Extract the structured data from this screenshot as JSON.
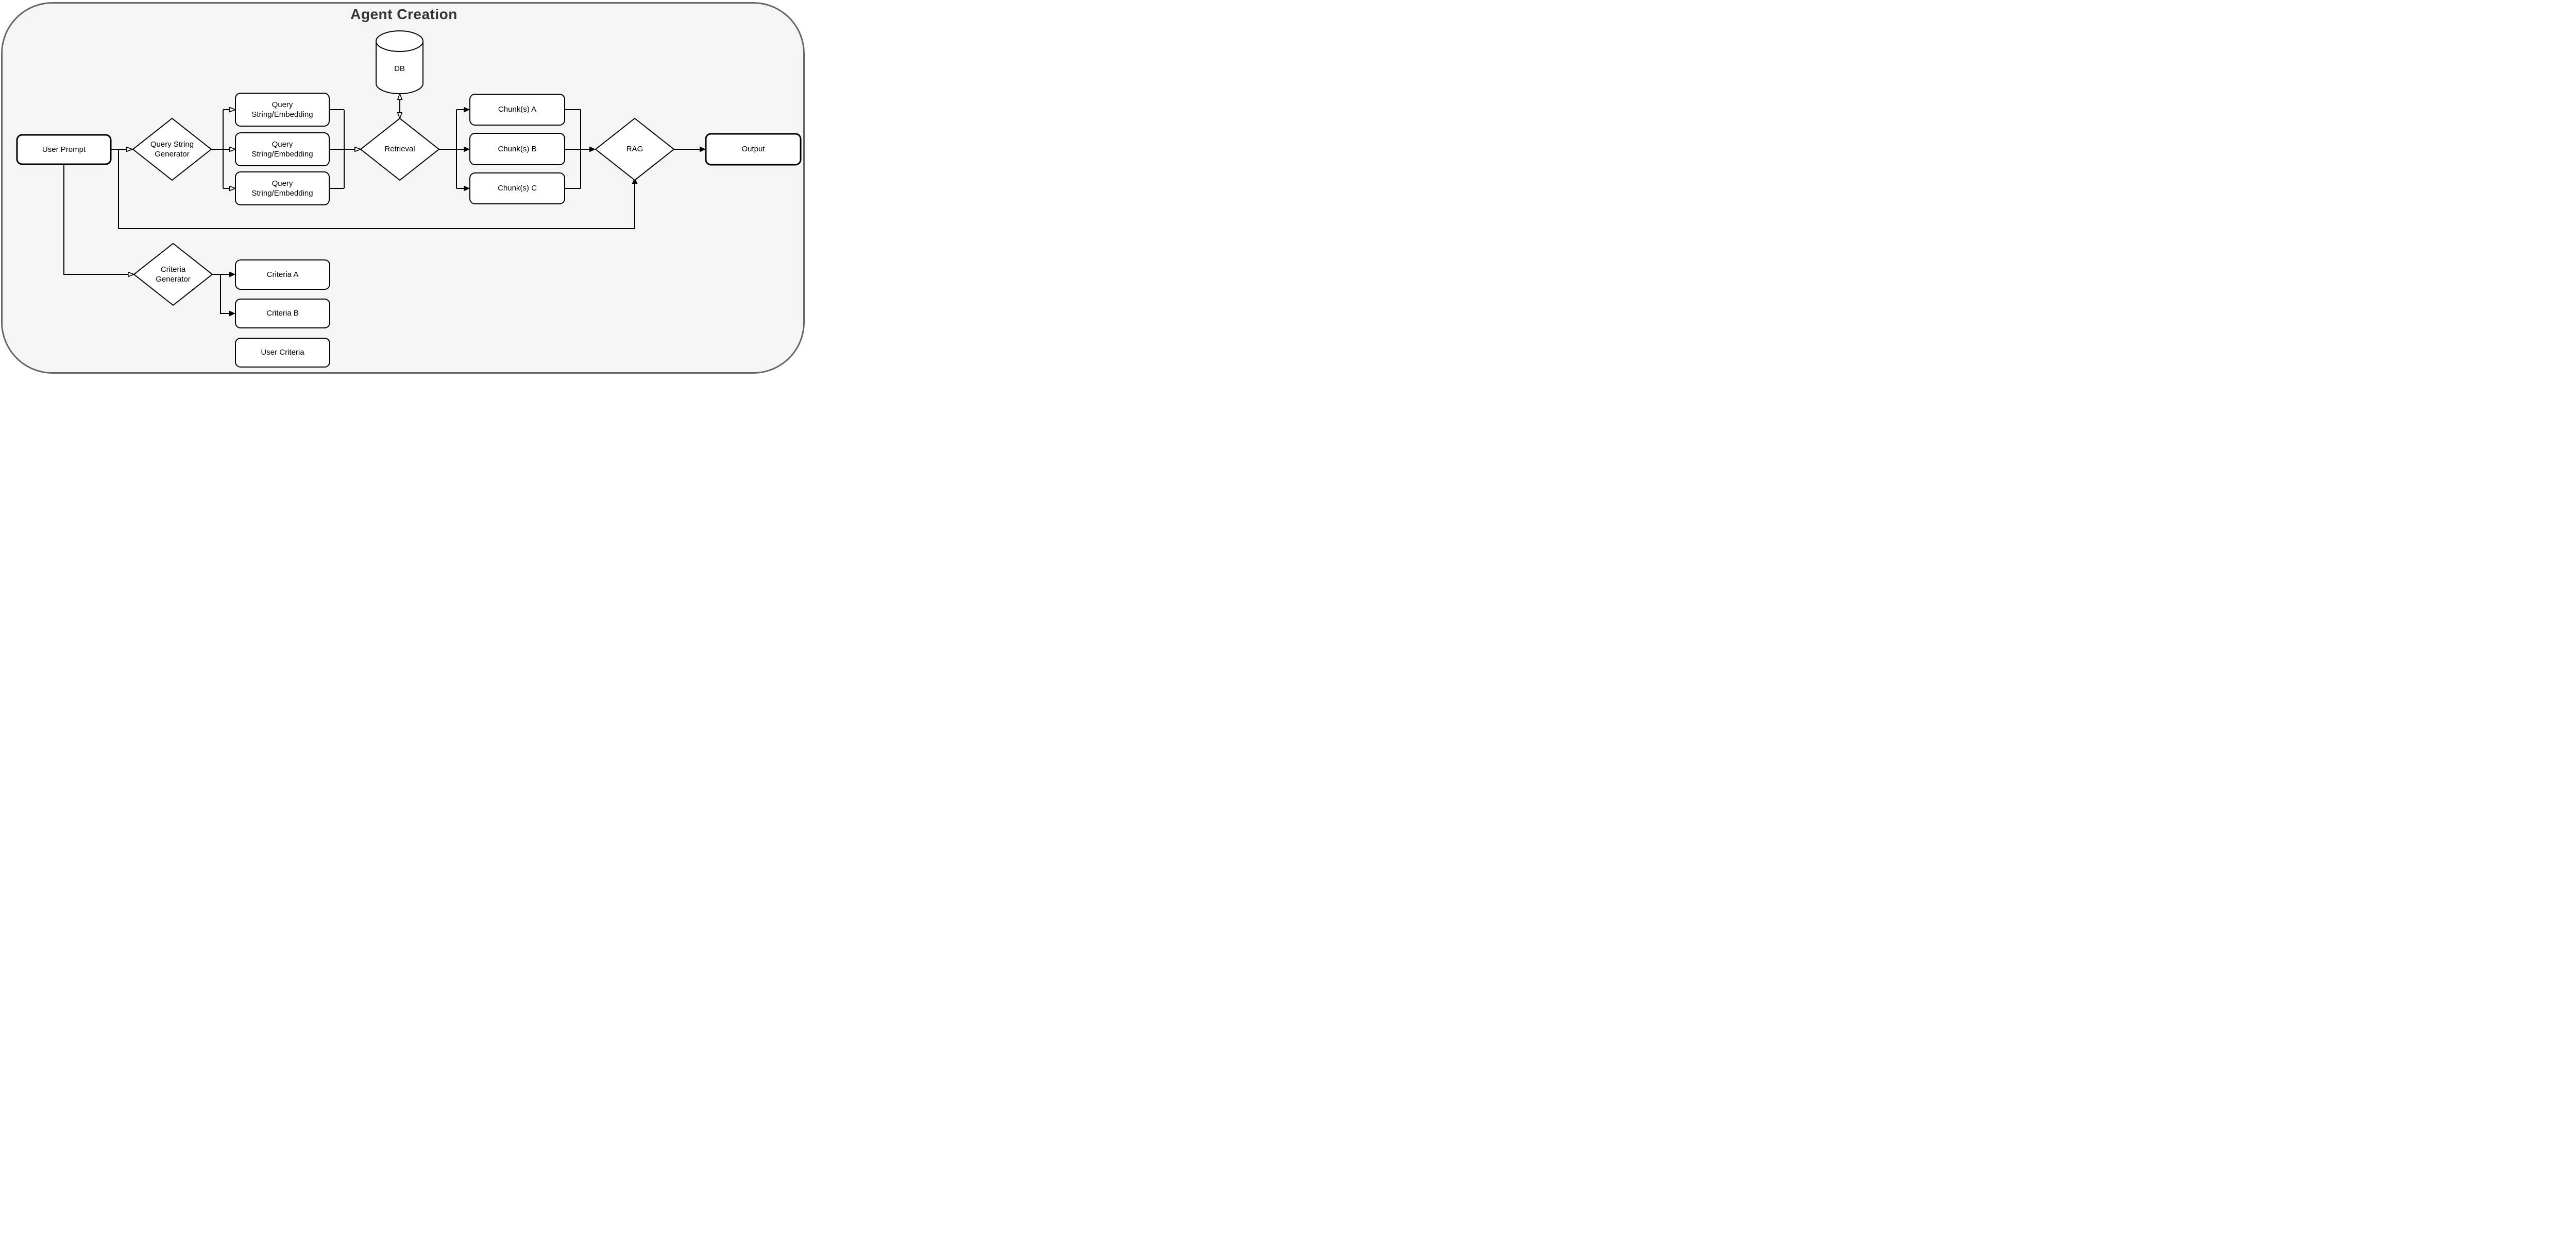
{
  "diagram": {
    "title": "Agent Creation",
    "nodes": {
      "user_prompt": {
        "label": "User Prompt",
        "shape": "rounded-rect"
      },
      "query_string_generator": {
        "label": "Query String Generator",
        "label_line1": "Query String",
        "label_line2": "Generator",
        "shape": "diamond"
      },
      "query_string_embedding_1": {
        "label": "Query String/Embedding",
        "label_line1": "Query",
        "label_line2": "String/Embedding",
        "shape": "rounded-rect"
      },
      "query_string_embedding_2": {
        "label": "Query String/Embedding",
        "label_line1": "Query",
        "label_line2": "String/Embedding",
        "shape": "rounded-rect"
      },
      "query_string_embedding_3": {
        "label": "Query String/Embedding",
        "label_line1": "Query",
        "label_line2": "String/Embedding",
        "shape": "rounded-rect"
      },
      "db": {
        "label": "DB",
        "shape": "cylinder"
      },
      "retrieval": {
        "label": "Retrieval",
        "shape": "diamond"
      },
      "chunk_a": {
        "label": "Chunk(s) A",
        "shape": "rounded-rect"
      },
      "chunk_b": {
        "label": "Chunk(s) B",
        "shape": "rounded-rect"
      },
      "chunk_c": {
        "label": "Chunk(s) C",
        "shape": "rounded-rect"
      },
      "rag": {
        "label": "RAG",
        "shape": "diamond"
      },
      "output": {
        "label": "Output",
        "shape": "rounded-rect"
      },
      "criteria_generator": {
        "label": "Criteria Generator",
        "label_line1": "Criteria",
        "label_line2": "Generator",
        "shape": "diamond"
      },
      "criteria_a": {
        "label": "Criteria A",
        "shape": "rounded-rect"
      },
      "criteria_b": {
        "label": "Criteria B",
        "shape": "rounded-rect"
      },
      "user_criteria": {
        "label": "User Criteria",
        "shape": "rounded-rect"
      }
    },
    "edges": [
      {
        "from": "user_prompt",
        "to": "query_string_generator",
        "arrowhead": "open"
      },
      {
        "from": "query_string_generator",
        "to": "query_string_embedding_1",
        "arrowhead": "open"
      },
      {
        "from": "query_string_generator",
        "to": "query_string_embedding_2",
        "arrowhead": "open"
      },
      {
        "from": "query_string_generator",
        "to": "query_string_embedding_3",
        "arrowhead": "open"
      },
      {
        "from": "query_string_embedding_1",
        "to": "retrieval",
        "arrowhead": "open",
        "merged": true
      },
      {
        "from": "query_string_embedding_2",
        "to": "retrieval",
        "arrowhead": "open",
        "merged": true
      },
      {
        "from": "query_string_embedding_3",
        "to": "retrieval",
        "arrowhead": "open",
        "merged": true
      },
      {
        "from": "retrieval",
        "to": "db",
        "arrowhead": "open",
        "bidirectional": true
      },
      {
        "from": "retrieval",
        "to": "chunk_a",
        "arrowhead": "filled"
      },
      {
        "from": "retrieval",
        "to": "chunk_b",
        "arrowhead": "filled"
      },
      {
        "from": "retrieval",
        "to": "chunk_c",
        "arrowhead": "filled"
      },
      {
        "from": "chunk_a",
        "to": "rag",
        "arrowhead": "filled",
        "merged": true
      },
      {
        "from": "chunk_b",
        "to": "rag",
        "arrowhead": "filled",
        "merged": true
      },
      {
        "from": "chunk_c",
        "to": "rag",
        "arrowhead": "filled",
        "merged": true
      },
      {
        "from": "user_prompt",
        "to": "rag",
        "arrowhead": "filled"
      },
      {
        "from": "rag",
        "to": "output",
        "arrowhead": "filled"
      },
      {
        "from": "user_prompt",
        "to": "criteria_generator",
        "arrowhead": "open"
      },
      {
        "from": "criteria_generator",
        "to": "criteria_a",
        "arrowhead": "filled"
      },
      {
        "from": "criteria_generator",
        "to": "criteria_b",
        "arrowhead": "filled"
      }
    ],
    "colors": {
      "page_bg": "#ffffff",
      "container_bg": "#f5f5f5",
      "container_border": "#666666",
      "shape_fill": "#ffffff",
      "shape_stroke": "#000000",
      "connector": "#000000",
      "label_text": "#000000",
      "title_text": "#333333"
    }
  }
}
